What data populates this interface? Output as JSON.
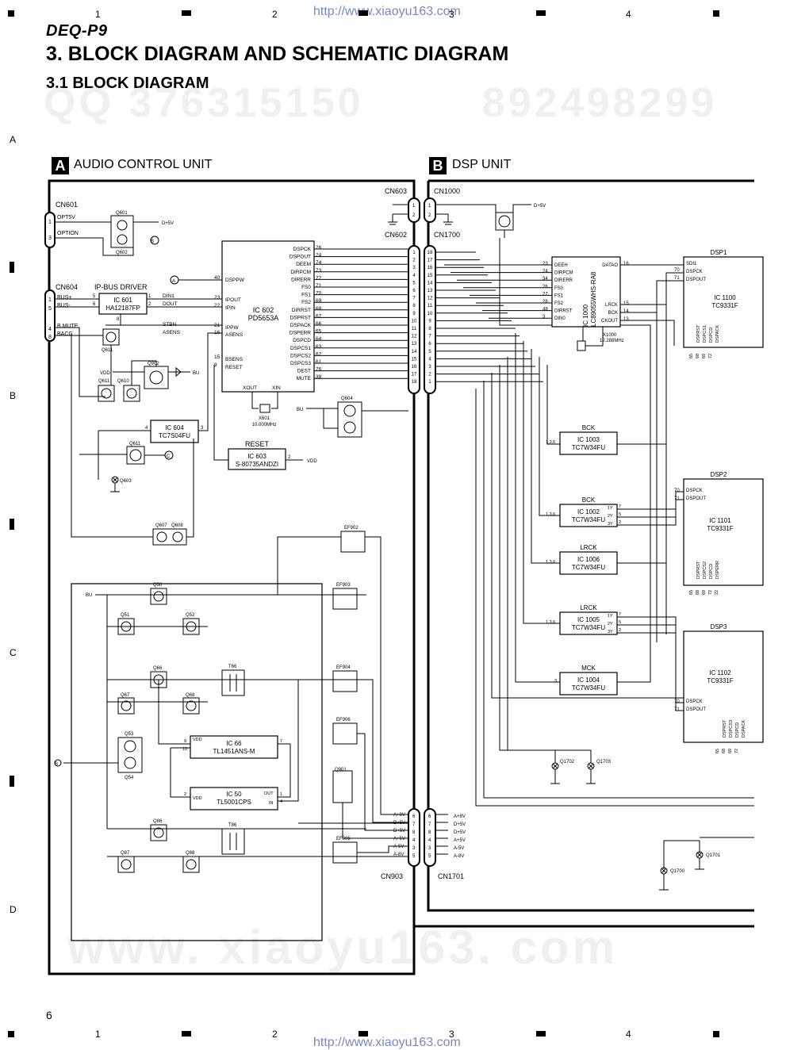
{
  "header": {
    "model": "DEQ-P9",
    "title": "3. BLOCK DIAGRAM AND SCHEMATIC DIAGRAM",
    "subtitle": "3.1 BLOCK DIAGRAM",
    "url_top": "http://www.xiaoyu163.com",
    "url_bottom": "http://www.xiaoyu163.com",
    "watermark_row": [
      "QQ 376315150",
      "892498299"
    ],
    "watermark_bottom": "www. xiaoyu163. com"
  },
  "grid": {
    "columns": [
      "1",
      "2",
      "3",
      "4"
    ],
    "rows": [
      "A",
      "B",
      "C",
      "D"
    ]
  },
  "page_number": "6",
  "units": {
    "a": {
      "badge": "A",
      "title": "AUDIO CONTROL UNIT"
    },
    "b": {
      "badge": "B",
      "title": "DSP UNIT"
    }
  },
  "connectors": {
    "cn601": "CN601",
    "cn604": "CN604",
    "cn603": "CN603",
    "cn602": "CN602",
    "cn903": "CN903",
    "cn1000": "CN1000",
    "cn1700": "CN1700",
    "cn1701": "CN1701"
  },
  "ics": {
    "ic601": {
      "ref": "IC 601",
      "part": "HA12187FP",
      "caption": "IP-BUS DRIVER"
    },
    "ic602": {
      "ref": "IC 602",
      "part": "PD5653A"
    },
    "ic603": {
      "ref": "IC 603",
      "part": "S-80735ANDZI",
      "caption": "RESET"
    },
    "ic604": {
      "ref": "IC 604",
      "part": "TC7S04FU"
    },
    "ic66": {
      "ref": "IC 66",
      "part": "TL1451ANS-M"
    },
    "ic50": {
      "ref": "IC 50",
      "part": "TL5001CPS"
    },
    "ic1000": {
      "ref": "IC 1000",
      "part": "LC89055WHS-RA8"
    },
    "ic1100": {
      "ref": "IC 1100",
      "part": "TC9331F",
      "caption": "DSP1"
    },
    "ic1101": {
      "ref": "IC 1101",
      "part": "TC9331F",
      "caption": "DSP2"
    },
    "ic1102": {
      "ref": "IC 1102",
      "part": "TC9331F",
      "caption": "DSP3"
    },
    "ic1003": {
      "ref": "IC 1003",
      "part": "TC7W34FU",
      "caption": "BCK"
    },
    "ic1002": {
      "ref": "IC 1002",
      "part": "TC7W34FU",
      "caption": "BCK"
    },
    "ic1006": {
      "ref": "IC 1006",
      "part": "TC7W34FU",
      "caption": "LRCK"
    },
    "ic1005": {
      "ref": "IC 1005",
      "part": "TC7W34FU",
      "caption": "LRCK"
    },
    "ic1004": {
      "ref": "IC 1004",
      "part": "TC7W34FU",
      "caption": "MCK"
    }
  },
  "crystals": {
    "x601": {
      "ref": "X601",
      "freq": "10.000MHz"
    },
    "x1000": {
      "ref": "X1000",
      "freq": "12.288MHz"
    }
  },
  "transistors": [
    "Q601",
    "Q602",
    "Q611",
    "Q902",
    "Q611",
    "Q610",
    "Q611",
    "Q603",
    "Q604",
    "Q607",
    "Q608",
    "Q50",
    "Q51",
    "Q52",
    "Q66",
    "Q67",
    "Q68",
    "Q53",
    "Q54",
    "Q86",
    "Q87",
    "Q88",
    "Q901",
    "Q1702",
    "Q1703",
    "Q1701",
    "Q1700"
  ],
  "filters": [
    "EF902",
    "EF903",
    "EF904",
    "EF906",
    "EF905"
  ],
  "transformers": [
    "T66",
    "T86"
  ],
  "signals": {
    "ic602_right": [
      "DSPCK",
      "DSPOUT",
      "DEEM",
      "DIRPCM",
      "DIRERR",
      "FS0",
      "FS1",
      "FS2",
      "DIRRST",
      "DSPRST",
      "DSPACK",
      "DSPERR",
      "DSPCD",
      "DSPCS1",
      "DSPCS2",
      "DSPCS3",
      "DEST",
      "MUTE"
    ],
    "ic602_right_pins": [
      "26",
      "24",
      "74",
      "73",
      "72",
      "71",
      "70",
      "69",
      "68",
      "67",
      "66",
      "65",
      "64",
      "63",
      "62",
      "61",
      "76",
      "38"
    ],
    "ic602_left": [
      "DSPPW",
      "IPOUT",
      "IPIN",
      "IPPW",
      "ASENS",
      "BSENS",
      "RESET"
    ],
    "ic602_left_pins": [
      "40",
      "23",
      "22",
      "21",
      "16",
      "15",
      "9"
    ],
    "ic602_bottom": [
      "XOUT",
      "XIN"
    ],
    "cn601": [
      "OPT5V",
      "OPTION"
    ],
    "cn601_pins": [
      "1",
      "3"
    ],
    "cn604": [
      "BUS+",
      "BUS-",
      "B MUTE",
      "BACC"
    ],
    "cn604_pins": [
      "1",
      "5",
      "4",
      "8"
    ],
    "ic601_pins": [
      "5",
      "6",
      "1",
      "2"
    ],
    "ic601_out": [
      "DIN1",
      "DOUT",
      "STBN",
      "ASENS"
    ],
    "cn603_pins": [
      "1",
      "2"
    ],
    "cn602_pins": [
      "1",
      "2",
      "3",
      "4",
      "5",
      "6",
      "7",
      "8",
      "9",
      "10",
      "11",
      "12",
      "13",
      "14",
      "15",
      "16",
      "17",
      "18"
    ],
    "cn1700_pins": [
      "18",
      "17",
      "16",
      "15",
      "14",
      "13",
      "12",
      "11",
      "10",
      "9",
      "8",
      "7",
      "6",
      "5",
      "4",
      "3",
      "2",
      "1"
    ],
    "ic1000_left": [
      "DEEH",
      "DIRPCM",
      "DIRERR",
      "FS0",
      "FS1",
      "FS2",
      "DIRRST",
      "DIN0"
    ],
    "ic1000_left_pins": [
      "23",
      "24",
      "34",
      "26",
      "27",
      "28",
      "48",
      "3"
    ],
    "ic1000_right": [
      "DATAO",
      "LRCK",
      "BCK",
      "CKOUT"
    ],
    "ic1000_right_pins": [
      "16",
      "15",
      "14",
      "13"
    ],
    "dsp_inputs": [
      "SDI1",
      "DSPCK",
      "DSPOUT"
    ],
    "dsp_in_pins": [
      "70",
      "71"
    ],
    "dsp1_bottom": [
      "DSPRST",
      "DSPCS1",
      "DSPCD",
      "DSPACK"
    ],
    "dsp1_bottom_pins": [
      "65",
      "68",
      "69",
      "72"
    ],
    "dsp2_bottom": [
      "DSPRST",
      "DSPCS2",
      "DSPCD",
      "DSPERR"
    ],
    "dsp2_bottom_pins": [
      "65",
      "68",
      "69",
      "72",
      "22"
    ],
    "dsp3_bottom": [
      "DSPRST",
      "DSPCS3",
      "DSPCD",
      "DSPACK"
    ],
    "dsp3_bottom_pins": [
      "65",
      "68",
      "69",
      "72"
    ],
    "cn903": [
      "A+8V",
      "D+5V",
      "D+5V",
      "A+5V",
      "A-5V",
      "A-8V"
    ],
    "cn903_pins": [
      "6",
      "7",
      "8",
      "4",
      "3",
      "5"
    ],
    "cn1701": [
      "A+8V",
      "D+5V",
      "D+5V",
      "A+5V",
      "A-5V",
      "A-8V"
    ],
    "cn1701_pins": [
      "6",
      "7",
      "8",
      "4",
      "3",
      "5"
    ],
    "buf_pins_136": "1,3,6",
    "buf_pin_3": "3",
    "buf_out": [
      "1Y",
      "2Y",
      "3Y"
    ],
    "buf_out_pins": [
      "7",
      "5",
      "2"
    ],
    "ic66_pins": [
      "9",
      "10",
      "7"
    ],
    "ic50_pins": [
      "2",
      "1",
      "4"
    ],
    "ic50_labels": [
      "VDD",
      "OUT",
      "IN"
    ],
    "ic66_label": "VDD",
    "ic604_pins": [
      "4",
      "3"
    ],
    "ic603_pin": "2",
    "ic601_extra_pin": "8",
    "power": {
      "d5v": "D+5V",
      "vdd": "VDD",
      "bu": "BU"
    },
    "markers": [
      "A",
      "B",
      "C"
    ]
  }
}
